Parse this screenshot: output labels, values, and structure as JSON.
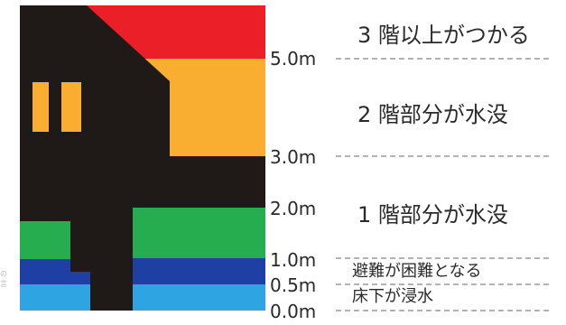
{
  "colors": {
    "red": "#ea1f27",
    "orange": "#f9ad31",
    "yellow": "#ece835",
    "green": "#26ad4f",
    "dark_blue": "#1e3fa3",
    "light_blue": "#2ea4e3",
    "house": "#1f1a17",
    "window": "#f9ad31",
    "dash_line": "#999999"
  },
  "depths": [
    {
      "label": "5.0m",
      "value": 5.0
    },
    {
      "label": "3.0m",
      "value": 3.0
    },
    {
      "label": "2.0m",
      "value": 2.0
    },
    {
      "label": "1.0m",
      "value": 1.0
    },
    {
      "label": "0.5m",
      "value": 0.5
    },
    {
      "label": "0.0m",
      "value": 0.0
    }
  ],
  "descriptions": {
    "above_5m": "3 階以上がつかる",
    "from_3m_to_5m": "2 階部分が水没",
    "from_1m_to_3m": "1 階部分が水没",
    "from_05m_to_1m": "避難が困難となる",
    "from_0m_to_05m": "床下が浸水"
  },
  "edge_text": "の言"
}
